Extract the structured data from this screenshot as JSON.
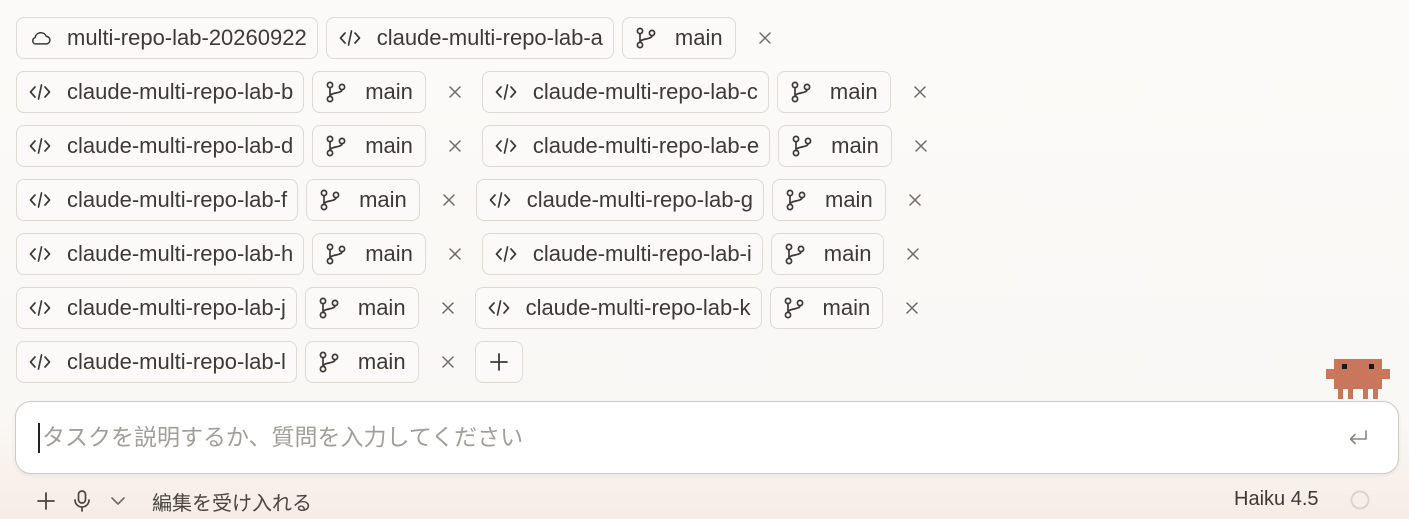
{
  "environment": {
    "icon": "cloud-icon",
    "label": "multi-repo-lab-20260922"
  },
  "repos": [
    {
      "name": "claude-multi-repo-lab-a",
      "branch": "main"
    },
    {
      "name": "claude-multi-repo-lab-b",
      "branch": "main"
    },
    {
      "name": "claude-multi-repo-lab-c",
      "branch": "main"
    },
    {
      "name": "claude-multi-repo-lab-d",
      "branch": "main"
    },
    {
      "name": "claude-multi-repo-lab-e",
      "branch": "main"
    },
    {
      "name": "claude-multi-repo-lab-f",
      "branch": "main"
    },
    {
      "name": "claude-multi-repo-lab-g",
      "branch": "main"
    },
    {
      "name": "claude-multi-repo-lab-h",
      "branch": "main"
    },
    {
      "name": "claude-multi-repo-lab-i",
      "branch": "main"
    },
    {
      "name": "claude-multi-repo-lab-j",
      "branch": "main"
    },
    {
      "name": "claude-multi-repo-lab-k",
      "branch": "main"
    },
    {
      "name": "claude-multi-repo-lab-l",
      "branch": "main"
    }
  ],
  "icons": {
    "repo": "code-icon",
    "branch": "git-branch-icon",
    "remove": "close-icon",
    "add": "plus-icon"
  },
  "composer": {
    "placeholder": "タスクを説明するか、質問を入力してください"
  },
  "toolbar": {
    "mode_label": "編集を受け入れる",
    "model_label": "Haiku 4.5"
  },
  "colors": {
    "mascot": "#c9765d",
    "border": "#dedbd5"
  }
}
